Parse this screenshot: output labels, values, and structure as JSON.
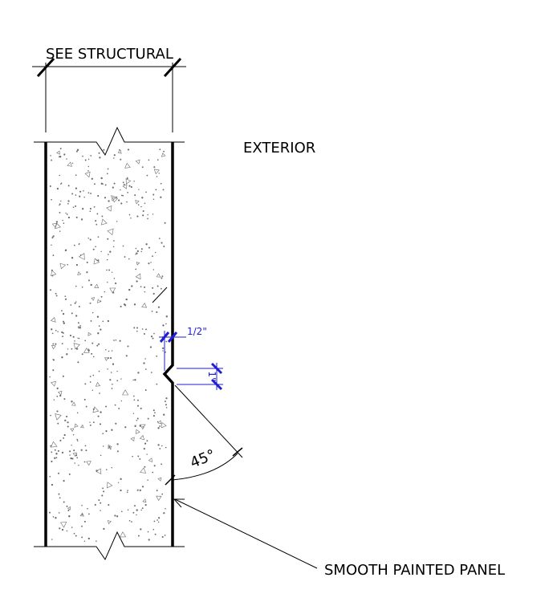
{
  "labels": {
    "structural": "SEE STRUCTURAL",
    "exterior": "EXTERIOR",
    "depth": "1/2\"",
    "width": "1\"",
    "angle": "45°",
    "panel": "SMOOTH PAINTED PANEL"
  },
  "colors": {
    "line": "#000000",
    "dimension": "#1f1fcf",
    "background": "#ffffff"
  }
}
